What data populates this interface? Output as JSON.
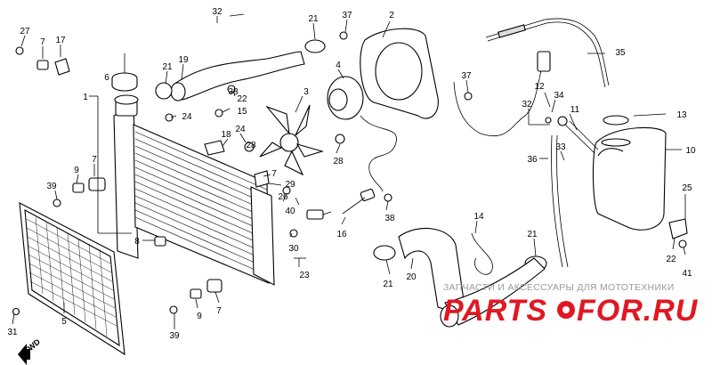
{
  "callouts": [
    {
      "id": "c32a",
      "text": "32"
    },
    {
      "id": "c21a",
      "text": "21"
    },
    {
      "id": "c37a",
      "text": "37"
    },
    {
      "id": "c2",
      "text": "2"
    },
    {
      "id": "c27",
      "text": "27"
    },
    {
      "id": "c7a",
      "text": "7"
    },
    {
      "id": "c17",
      "text": "17"
    },
    {
      "id": "c6",
      "text": "6"
    },
    {
      "id": "c21b",
      "text": "21"
    },
    {
      "id": "c19",
      "text": "19"
    },
    {
      "id": "c4",
      "text": "4"
    },
    {
      "id": "c35",
      "text": "35"
    },
    {
      "id": "c1",
      "text": "1"
    },
    {
      "id": "c24a",
      "text": "24"
    },
    {
      "id": "c38a",
      "text": "38"
    },
    {
      "id": "c22a",
      "text": "22"
    },
    {
      "id": "c15",
      "text": "15"
    },
    {
      "id": "c3",
      "text": "3"
    },
    {
      "id": "c37b",
      "text": "37"
    },
    {
      "id": "c12",
      "text": "12"
    },
    {
      "id": "c34",
      "text": "34"
    },
    {
      "id": "c13",
      "text": "13"
    },
    {
      "id": "c32b",
      "text": "32"
    },
    {
      "id": "c11",
      "text": "11"
    },
    {
      "id": "c18",
      "text": "18"
    },
    {
      "id": "c24b",
      "text": "24"
    },
    {
      "id": "c28a",
      "text": "28"
    },
    {
      "id": "c28b",
      "text": "28"
    },
    {
      "id": "c10",
      "text": "10"
    },
    {
      "id": "c33",
      "text": "33"
    },
    {
      "id": "c36",
      "text": "36"
    },
    {
      "id": "c9a",
      "text": "9"
    },
    {
      "id": "c7b",
      "text": "7"
    },
    {
      "id": "c7c",
      "text": "7"
    },
    {
      "id": "c29",
      "text": "29"
    },
    {
      "id": "c39a",
      "text": "39"
    },
    {
      "id": "c26",
      "text": "26"
    },
    {
      "id": "c40",
      "text": "40"
    },
    {
      "id": "c38b",
      "text": "38"
    },
    {
      "id": "c25",
      "text": "25"
    },
    {
      "id": "c14",
      "text": "14"
    },
    {
      "id": "c16",
      "text": "16"
    },
    {
      "id": "c8",
      "text": "8"
    },
    {
      "id": "c30",
      "text": "30"
    },
    {
      "id": "c21c",
      "text": "21"
    },
    {
      "id": "c22b",
      "text": "22"
    },
    {
      "id": "c23",
      "text": "23"
    },
    {
      "id": "c41",
      "text": "41"
    },
    {
      "id": "c21d",
      "text": "21"
    },
    {
      "id": "c20",
      "text": "20"
    },
    {
      "id": "c7d",
      "text": "7"
    },
    {
      "id": "c9b",
      "text": "9"
    },
    {
      "id": "c5",
      "text": "5"
    },
    {
      "id": "c31",
      "text": "31"
    },
    {
      "id": "c39b",
      "text": "39"
    }
  ],
  "fwd_label": "FWD",
  "watermark": {
    "tagline": "ЗАПЧАСТИ И АКСЕССУАРЫ ДЛЯ МОТОТЕХНИКИ",
    "brand_left": "PARTS",
    "brand_right": "FOR.RU"
  },
  "colors": {
    "watermark_red": "#e01822",
    "watermark_gray": "#9a9a9a",
    "line": "#000000"
  }
}
